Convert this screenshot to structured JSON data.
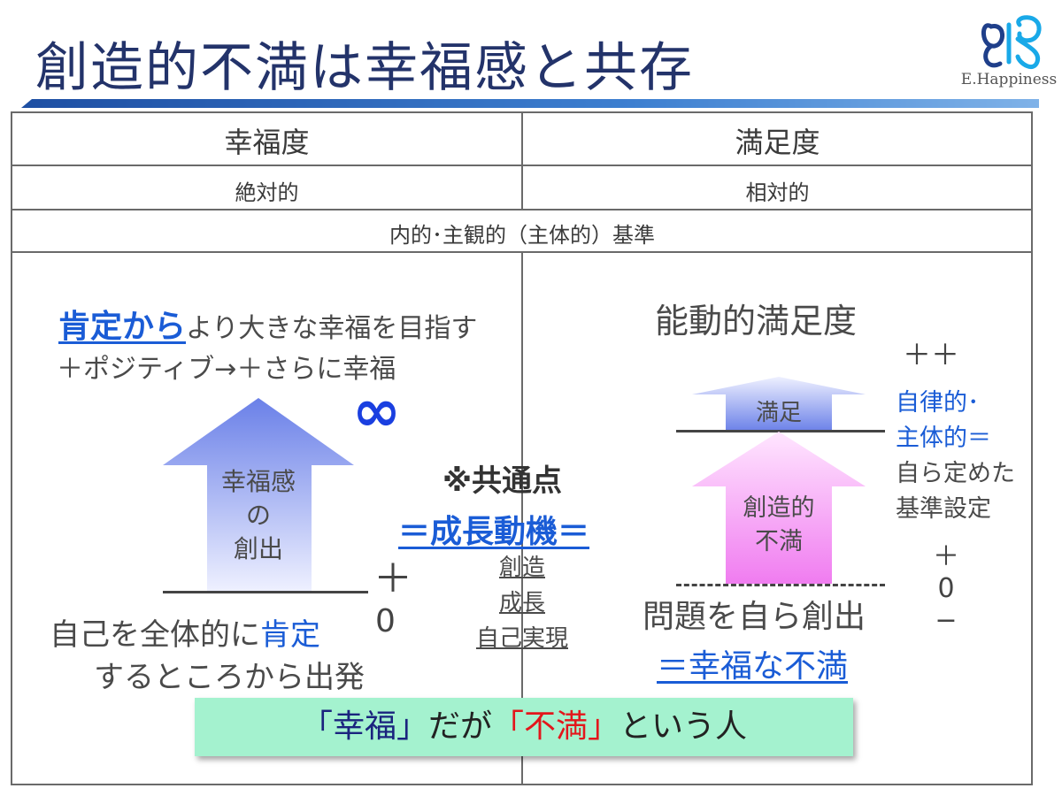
{
  "header": {
    "title": "創造的不満は幸福感と共存",
    "logo_text": "E.Happiness"
  },
  "table": {
    "col_left_header": "幸福度",
    "col_right_header": "満足度",
    "row2_left": "絶対的",
    "row2_right": "相対的",
    "row3_merged": "内的･主観的（主体的）基準"
  },
  "left": {
    "affirm_highlight": "肯定から",
    "affirm_rest": "より大きな幸福を目指す",
    "positive_line": "＋ポジティブ→＋さらに幸福",
    "infinity": "∞",
    "arrow_label": [
      "幸福感",
      "の",
      "創出"
    ],
    "plus": "＋",
    "zero": "0",
    "start_line1_a": "自己を全体的に",
    "start_line1_b": "肯定",
    "start_line2": "するところから出発"
  },
  "center": {
    "common_title": "※共通点",
    "growth_motive": "＝成長動機＝",
    "items": [
      "創造",
      "成長",
      "自己実現"
    ]
  },
  "right": {
    "active_satisfaction": "能動的満足度",
    "plus_plus": "＋＋",
    "satisfied_label": "満足",
    "arrow_label": [
      "創造的",
      "不満"
    ],
    "side_text": [
      "自律的･",
      "主体的＝",
      "自ら定めた",
      "基準設定"
    ],
    "scale": [
      "＋",
      "0",
      "−"
    ],
    "problem": "問題を自ら創出",
    "happy_dissatisfaction": "＝幸福な不満"
  },
  "bottom": {
    "q1_open": "「",
    "q1_word": "幸福",
    "q1_close": "」",
    "mid": "だが",
    "q2_open": "「",
    "q2_word": "不満",
    "q2_close": "」",
    "end": "という人"
  },
  "colors": {
    "title": "#23336a",
    "accent_blue": "#1a5cd6",
    "bottom_box": "#a4f2cf",
    "red": "#e3161b"
  }
}
